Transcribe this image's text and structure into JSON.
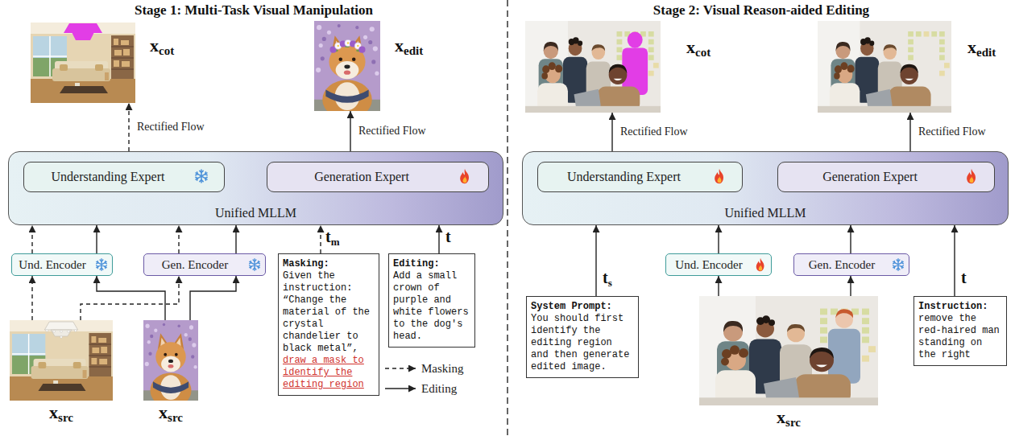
{
  "diagram": {
    "nodes": [
      {
        "text": [
          "x",
          "cot"
        ]
      },
      {
        "text": [
          "x",
          "edit"
        ]
      },
      {
        "text": [
          "Unified MLLM"
        ]
      },
      {
        "text": [
          "Understanding Expert"
        ],
        "in": 2
      },
      {
        "text": [
          "Generation Expert"
        ],
        "in": 2
      },
      {
        "text": [
          "Und. Encoder"
        ]
      },
      {
        "text": [
          "Gen. Encoder"
        ]
      },
      {
        "text": [
          "Masking:",
          "Given the instruction: “Change the material of the crystal chandelier to black metal”,",
          "draw a mask to identify the editing region"
        ]
      },
      {
        "text": [
          "Editing:",
          "Add a small crown of purple and white flowers to the dog's head."
        ]
      },
      {
        "text": [
          "x",
          "src"
        ]
      },
      {
        "text": [
          "x",
          "src"
        ]
      },
      {
        "text": [
          "x",
          "cot"
        ]
      },
      {
        "text": [
          "x",
          "edit"
        ]
      },
      {
        "text": [
          "Unified MLLM"
        ]
      },
      {
        "text": [
          "Understanding Expert"
        ],
        "in": 13
      },
      {
        "text": [
          "Generation Expert"
        ],
        "in": 13
      },
      {
        "text": [
          "System Prompt:",
          "You should first identify the editing region and then generate edited image."
        ]
      },
      {
        "text": [
          "Und. Encoder"
        ]
      },
      {
        "text": [
          "Gen. Encoder"
        ]
      },
      {
        "text": [
          "x",
          "src"
        ]
      },
      {
        "text": [
          "Instruction:",
          "remove the red-haired man standing on the right"
        ]
      }
    ],
    "edges": [
      {
        "from": 2,
        "to": 0,
        "arrow": "to",
        "label": "Rectified Flow"
      },
      {
        "from": 2,
        "to": 1,
        "arrow": "to",
        "label": "Rectified Flow"
      },
      {
        "from": 5,
        "to": 2,
        "arrow": "to"
      },
      {
        "from": 5,
        "to": 2,
        "arrow": "to"
      },
      {
        "from": 6,
        "to": 2,
        "arrow": "to"
      },
      {
        "from": 6,
        "to": 2,
        "arrow": "to"
      },
      {
        "from": 9,
        "to": 5,
        "arrow": "to"
      },
      {
        "from": 10,
        "to": 5,
        "arrow": "to"
      },
      {
        "from": 9,
        "to": 6,
        "arrow": "to"
      },
      {
        "from": 10,
        "to": 6,
        "arrow": "to"
      },
      {
        "from": 7,
        "to": 2,
        "arrow": "to"
      },
      {
        "from": 8,
        "to": 2,
        "arrow": "to"
      },
      {
        "from": 13,
        "to": 11,
        "arrow": "to",
        "label": "Rectified Flow"
      },
      {
        "from": 13,
        "to": 12,
        "arrow": "to",
        "label": "Rectified Flow"
      },
      {
        "from": 16,
        "to": 13,
        "arrow": "to"
      },
      {
        "from": 17,
        "to": 13,
        "arrow": "to"
      },
      {
        "from": 18,
        "to": 13,
        "arrow": "to"
      },
      {
        "from": 19,
        "to": 17,
        "arrow": "to"
      },
      {
        "from": 19,
        "to": 18,
        "arrow": "to"
      },
      {
        "from": 20,
        "to": 13,
        "arrow": "to"
      }
    ],
    "labels": [
      "Stage 1: Multi-Task Visual Manipulation",
      "Stage 2: Visual Reason-aided Editing",
      "t",
      "m",
      "t",
      "t",
      "s",
      "t"
    ],
    "legend": [
      {
        "text": "Masking"
      },
      {
        "text": "Editing"
      }
    ]
  }
}
